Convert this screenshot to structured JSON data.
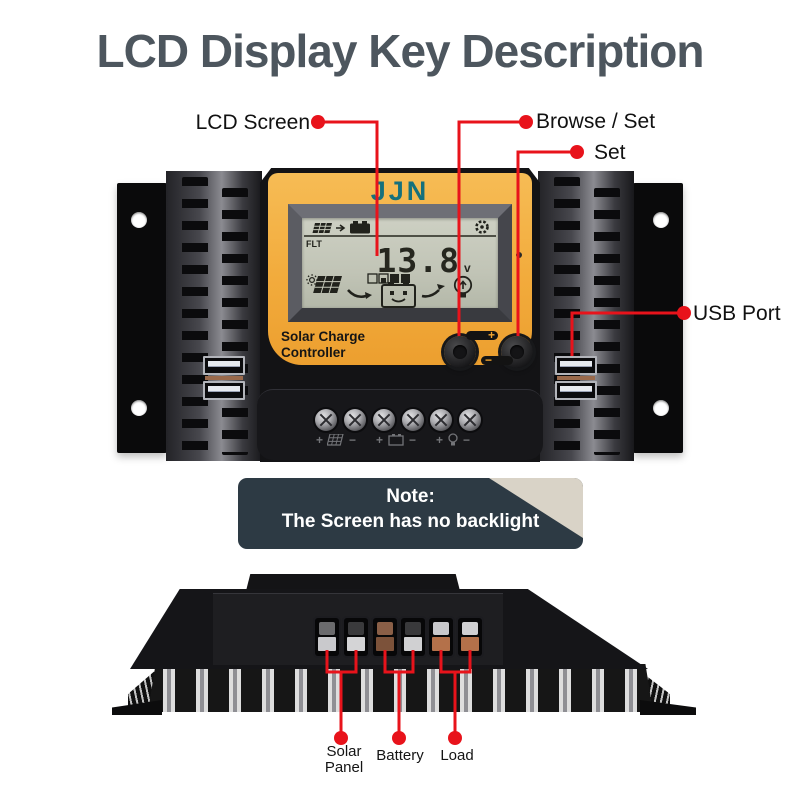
{
  "title": "LCD Display Key Description",
  "callouts": {
    "lcd_screen": "LCD Screen",
    "browse_set": "Browse / Set",
    "set": "Set",
    "usb_port": "USB Port"
  },
  "front": {
    "brand": "JJN",
    "label_line1": "Solar Charge",
    "label_line2": "Controller",
    "lcd": {
      "mode": "FLT",
      "voltage": "13.8",
      "unit": "v"
    },
    "keys": {
      "plus": "+",
      "minus": "−"
    },
    "terminal_marks": {
      "plus": "+",
      "minus": "−"
    }
  },
  "note": {
    "heading": "Note:",
    "body": "The Screen has no backlight"
  },
  "bottom": {
    "solar_line1": "Solar",
    "solar_line2": "Panel",
    "battery": "Battery",
    "load": "Load"
  },
  "colors": {
    "accent_red": "#e8131b",
    "faceplate_orange": "#f2ab3c",
    "brand_teal": "#15707c",
    "lcd_screen_bg": "#c6c9ba",
    "note_bg": "#2d3a44",
    "fold_beige": "#d9d3c7",
    "title_gray": "#4d565e"
  }
}
